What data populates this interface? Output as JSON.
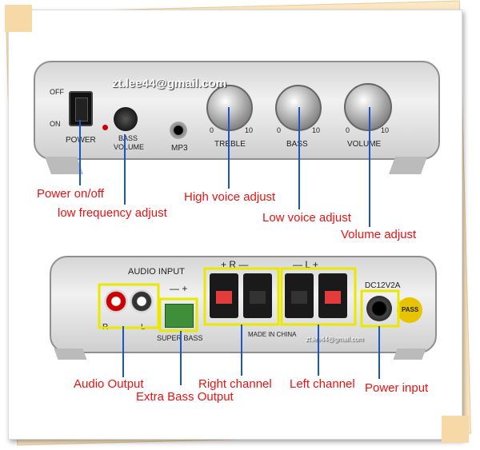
{
  "watermark_email": "zt.lee44@gmail.com",
  "front_panel": {
    "switch_off": "OFF",
    "switch_on": "ON",
    "power": "POWER",
    "bass_volume_1": "BASS",
    "bass_volume_2": "VOLUME",
    "mp3": "MP3",
    "treble": "TREBLE",
    "bass": "BASS",
    "volume": "VOLUME",
    "dial_min": "0",
    "dial_max": "10"
  },
  "back_panel": {
    "audio_input": "AUDIO INPUT",
    "r": "R",
    "l": "L",
    "minus_plus": "— +",
    "super_bass": "SUPER BASS",
    "right_marks": "+ R —",
    "left_marks": "— L +",
    "made_in_china": "MADE IN CHINA",
    "dc": "DC12V2A",
    "pass": "PASS"
  },
  "annotations": {
    "power_onoff": "Power on/off",
    "low_freq": "low frequency adjust",
    "high_voice": "High voice adjust",
    "low_voice": "Low voice adjust",
    "volume": "Volume adjust",
    "audio_output": "Audio Output",
    "extra_bass": "Extra Bass Output",
    "right_channel": "Right channel",
    "left_channel": "Left channel",
    "power_input": "Power input"
  },
  "colors": {
    "annotation_text": "#ee1111",
    "arrow_line": "#1a56c8",
    "highlight_box": "#e8e800",
    "frame_accent": "#f6d9a6"
  }
}
